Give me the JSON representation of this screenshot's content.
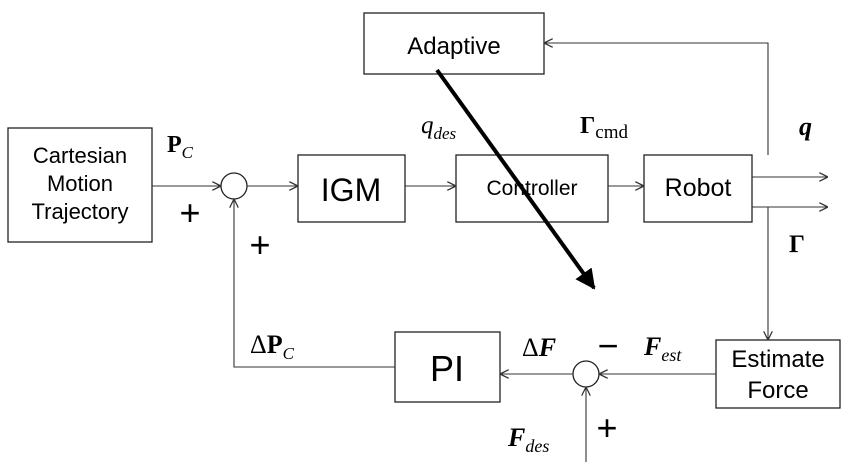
{
  "blocks": {
    "cartesian_line1": "Cartesian",
    "cartesian_line2": "Motion",
    "cartesian_line3": "Trajectory",
    "adaptive": "Adaptive",
    "igm": "IGM",
    "controller": "Controller",
    "robot": "Robot",
    "pi": "PI",
    "estimate_line1": "Estimate",
    "estimate_line2": "Force"
  },
  "signals": {
    "pc_main": "P",
    "pc_sub": "C",
    "qdes_main": "q",
    "qdes_sub": "des",
    "gamma_cmd_main": "Γ",
    "gamma_cmd_sub": "cmd",
    "q": "q",
    "gamma": "Γ",
    "delta_pc_delta": "Δ",
    "delta_pc_main": "P",
    "delta_pc_sub": "C",
    "delta_f_delta": "Δ",
    "delta_f_main": "F",
    "fest_main": "F",
    "fest_sub": "est",
    "fdes_main": "F",
    "fdes_sub": "des"
  },
  "signs": {
    "plus_pc": "+",
    "plus_feedback": "+",
    "minus_fest": "−",
    "plus_fdes": "+"
  },
  "colors": {
    "line": "#333333",
    "box_border": "#222222",
    "text": "#000000"
  }
}
